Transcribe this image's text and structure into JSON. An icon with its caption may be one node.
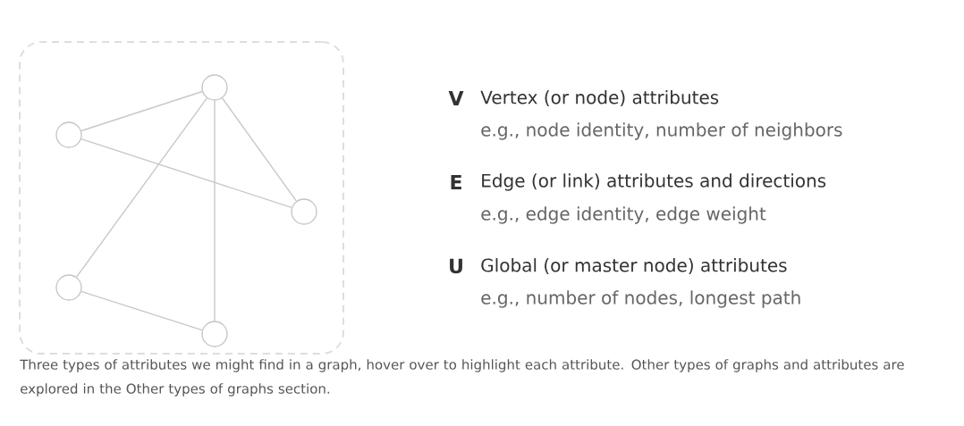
{
  "diagram": {
    "caption": "Three types of attributes we might find in a graph, hover over to highlight each attribute. Other types of graphs and attributes are explored in the Other types of graphs section.",
    "nodes": [
      {
        "text": [],
        "shape": "box"
      },
      {
        "text": [],
        "shape": "circle",
        "in": 0
      },
      {
        "text": [],
        "shape": "circle",
        "in": 0
      },
      {
        "text": [],
        "shape": "circle",
        "in": 0
      },
      {
        "text": [],
        "shape": "circle",
        "in": 0
      },
      {
        "text": [],
        "shape": "circle",
        "in": 0
      }
    ],
    "edges": [
      {
        "from": 1,
        "to": 2,
        "arrow": "none"
      },
      {
        "from": 1,
        "to": 3,
        "arrow": "none"
      },
      {
        "from": 1,
        "to": 4,
        "arrow": "none"
      },
      {
        "from": 1,
        "to": 5,
        "arrow": "none"
      },
      {
        "from": 2,
        "to": 3,
        "arrow": "none"
      },
      {
        "from": 4,
        "to": 5,
        "arrow": "none"
      }
    ],
    "labels": [
      "V",
      "Vertex (or node) attributes",
      "e.g., node identity, number of neighbors",
      "E",
      "Edge (or link) attributes and directions",
      "e.g., edge identity, edge weight",
      "U",
      "Global (or master node) attributes",
      "e.g., number of nodes, longest path"
    ]
  }
}
